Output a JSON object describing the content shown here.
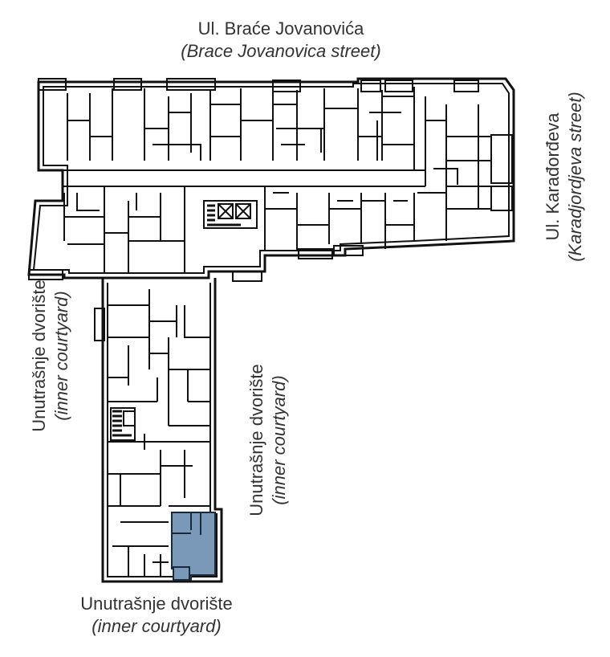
{
  "labels": {
    "top": {
      "main": "Ul. Braće Jovanovića",
      "sub": "(Brace Jovanovica street)"
    },
    "right": {
      "main": "Ul. Karađorđeva",
      "sub": "(Karadjordjeva street)"
    },
    "left": {
      "main": "Unutrašnje dvorište",
      "sub": "(inner courtyard)"
    },
    "middle": {
      "main": "Unutrašnje dvorište",
      "sub": "(inner courtyard)"
    },
    "bottom": {
      "main": "Unutrašnje dvorište",
      "sub": "(inner courtyard)"
    }
  },
  "colors": {
    "wall": "#111111",
    "highlight_fill": "#7a98b8",
    "highlight_stroke": "#1a2a3a"
  }
}
